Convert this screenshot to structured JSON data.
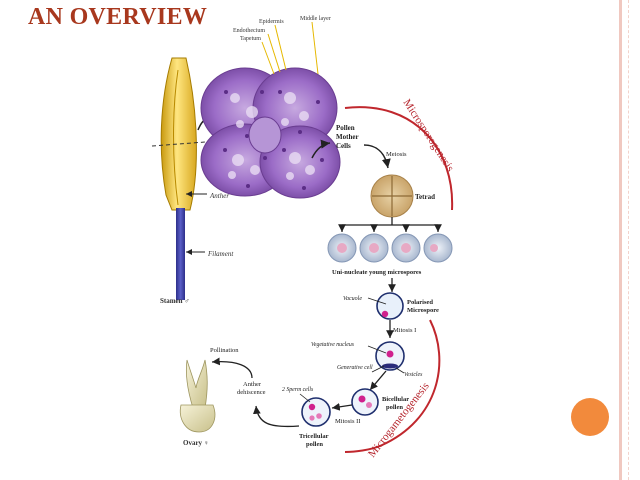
{
  "slide": {
    "title": "AN OVERVIEW",
    "accent_color": "#a8381e",
    "bullet_color": "#f28a3c"
  },
  "diagram": {
    "anther_layers": {
      "epidermis": "Epidermis",
      "middle_layer": "Middle layer",
      "endothecium": "Endothecium",
      "tapetum": "Tapetum"
    },
    "stamen": {
      "anther": "Anther",
      "filament": "Filament",
      "caption": "Stamen ♂"
    },
    "phases": {
      "microsporogenesis": "Microsporogenesis",
      "microgametogenesis": "Microgametogenesis"
    },
    "stages": {
      "pollen_mother_cells": [
        "Pollen",
        "Mother",
        "Cells"
      ],
      "meiosis": "Meiosis",
      "tetrad": "Tetrad",
      "young_microspores": "Uni-nucleate young microspores",
      "vacuole": "Vacuole",
      "polarised_microspore": [
        "Polarised",
        "Microspore"
      ],
      "mitosis_1": "Mitosis I",
      "vegetative_nucleus": "Vegetative nucleus",
      "vesicles": "Vesicles",
      "generative_cell": "Generative cell",
      "bicellular_pollen": [
        "Bicellular",
        "pollen"
      ],
      "sperm_cells": "2 Sperm cells",
      "mitosis_2": "Mitosis II",
      "tricellular_pollen": [
        "Tricellular",
        "pollen"
      ],
      "anther_dehiscence": [
        "Anther",
        "dehiscence"
      ],
      "pollination": "Pollination",
      "ovary": "Ovary ♀"
    }
  }
}
